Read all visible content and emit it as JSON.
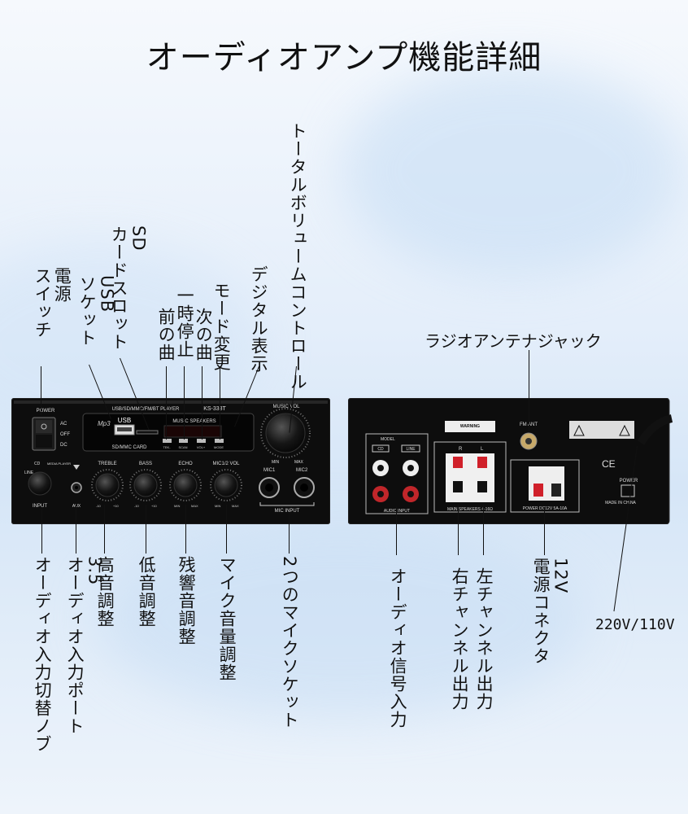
{
  "title": "オーディオアンプ機能詳細",
  "front_labels": {
    "power_switch": "電源\nスイッチ",
    "usb_socket": "USB\nソケット",
    "sd_slot": "SD\nカードスロット",
    "prev_track": "前の曲",
    "pause": "一時停止",
    "next_track": "次の曲",
    "mode_change": "モード変更",
    "digital_display": "デジタル表示",
    "total_volume": "トータルボリュームコントロール",
    "input_knob": "オーディオ入力切替ノブ",
    "aux_port": "3.5\nオーディオ入力ポート",
    "treble": "高音調整",
    "bass": "低音調整",
    "echo": "残響音調整",
    "mic_volume": "マイク音量調整",
    "mic_sockets": "2つのマイクソケット"
  },
  "rear_labels": {
    "radio_antenna": "ラジオアンテナジャック",
    "audio_input": "オーディオ信号入力",
    "right_out": "右チャンネル出力",
    "left_out": "左チャンネル出力",
    "dc_power": "12V\n電源コネクタ",
    "ac_power": "220V/110V"
  },
  "front_panel": {
    "power": "POWER",
    "ac": "AC",
    "off": "OFF",
    "dc": "DC",
    "usb": "USB",
    "sd_card": "SD/MMC CARD",
    "player": "USB/SD/MMC/FM/BT PLAYER",
    "model": "KS-338T",
    "brand": "MUSIC SPEAKERS",
    "music_vol": "MUSIC VOL",
    "min": "MIN",
    "max": "MAX",
    "treble": "TREBLE",
    "bass": "BASS",
    "echo": "ECHO",
    "mic_vol": "MIC1/2 VOL",
    "mic1": "MIC1",
    "mic2": "MIC2",
    "mic_input": "MIC INPUT",
    "input": "INPUT",
    "aux": "AUX",
    "line": "LINE",
    "cd": "CD",
    "media_player": "MEDIA PLAYER",
    "minus10": "-10",
    "plus10": "+10",
    "btn1": "TEK-",
    "btn2": "SCAN",
    "btn3": "VOL+",
    "btn4": "MODE",
    "mp3": "Mp3"
  },
  "rear_panel": {
    "model": "MODEL",
    "cd": "CD",
    "line": "LINE",
    "audio_input": "AUDIO INPUT",
    "warning": "WARNING",
    "r": "R",
    "l": "L",
    "main_speakers": "MAIN SPEAKERS 4-16Ω",
    "fm_ant": "FM ANT",
    "power_dc": "POWER DC12V 5A-10A",
    "ce": "CE",
    "power": "POWER",
    "made_in": "MADE IN CHINA"
  }
}
